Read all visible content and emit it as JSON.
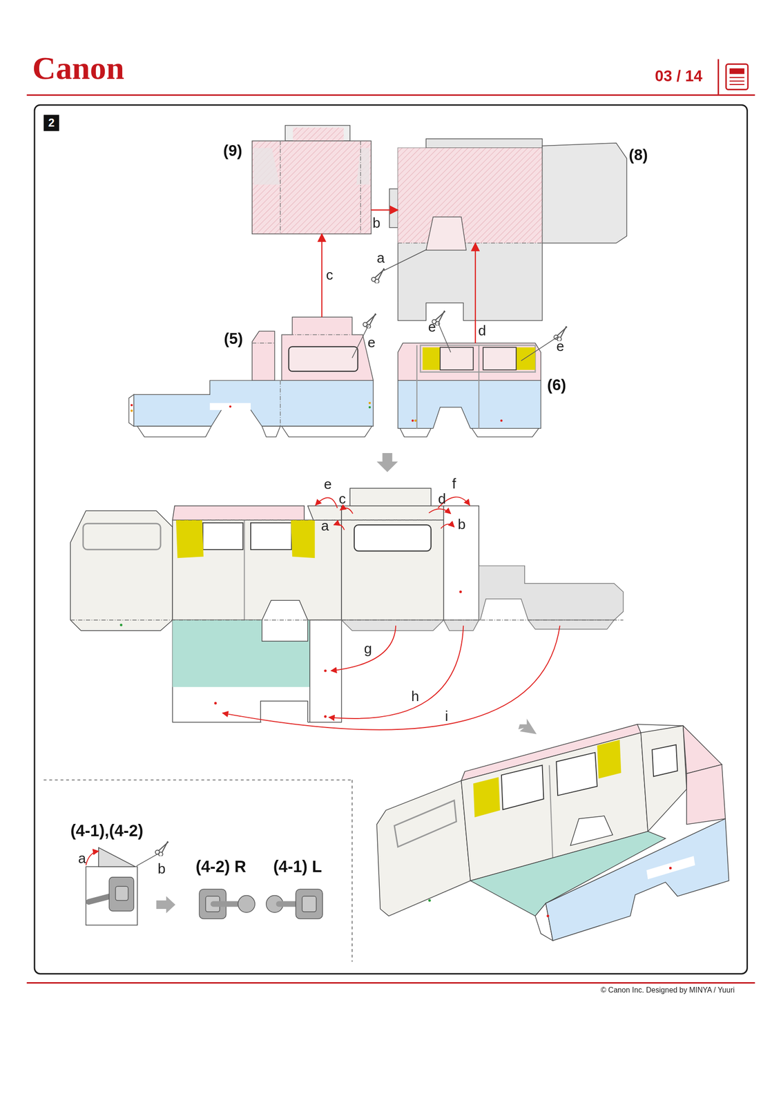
{
  "diagram": {
    "nodes": [
      {
        "text": [
          "2"
        ]
      },
      {
        "text": [
          "(9)"
        ],
        "in": 0
      },
      {
        "text": [
          "(8)"
        ],
        "in": 0
      },
      {
        "text": [
          "(5)"
        ],
        "in": 0
      },
      {
        "text": [
          "(6)"
        ],
        "in": 0
      }
    ],
    "edges": [
      {
        "from": 3,
        "to": 1,
        "arrow": "to",
        "label": "c"
      },
      {
        "from": 1,
        "to": 2,
        "arrow": "to",
        "label": "b"
      },
      {
        "from": 4,
        "to": 2,
        "arrow": "to",
        "label": "d"
      }
    ],
    "labels": [
      "Canon",
      "03 / 14",
      "a",
      "e",
      "e",
      "e",
      "e",
      "f",
      "c",
      "d",
      "a",
      "b",
      "g",
      "h",
      "i",
      "(4-1),(4-2)",
      "a",
      "b",
      "(4-2) R",
      "(4-1) L",
      "© Canon Inc. Designed by MINYA / Yuuri"
    ]
  }
}
